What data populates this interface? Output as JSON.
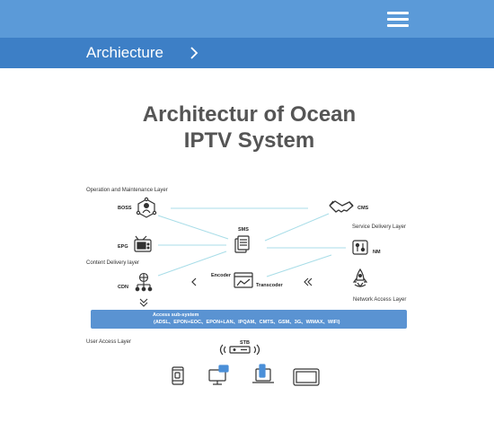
{
  "header": {
    "menu_icon": "hamburger-menu-icon",
    "colors": {
      "topbar": "#5b9ad8",
      "crumbbar": "#3d7fc6"
    }
  },
  "breadcrumb": {
    "label": "Archiecture",
    "chevron_icon": "chevron-right-icon"
  },
  "page": {
    "title_line1": "Architectur of Ocean",
    "title_line2": "IPTV System"
  },
  "diagram": {
    "layers": {
      "operation": "Operation and Maintenance Layer",
      "service": "Service Delivery Layer",
      "content": "Content Delivery layer",
      "network": "Network  Access Layer",
      "user": "User Access Layer"
    },
    "nodes": {
      "boss": "BOSS",
      "cms": "CMS",
      "sms": "SMS",
      "epg": "EPG",
      "nm": "NM",
      "cdn": "CDN",
      "encoder": "Encoder",
      "transcoder": "Transcoder",
      "stb": "STB"
    },
    "access": {
      "title": "Access sub-system",
      "detail": "(ADSL、EPON+EOC、EPON+LAN、IPQAM、CMTS、GSM、3G、WIMAX、WIFI)"
    },
    "icons": {
      "boss": "boss-icon",
      "cms": "handshake-icon",
      "sms": "document-icon",
      "epg": "tv-icon",
      "nm": "network-management-icon",
      "cdn": "cdn-tree-icon",
      "transcoder": "transcoder-icon",
      "network_access": "rocket-icon",
      "stb": "set-top-box-icon",
      "devices": [
        "smartphone-icon",
        "desktop-icon",
        "laptop-icon",
        "tablet-icon"
      ]
    },
    "colors": {
      "lines": "#a8dde8",
      "access_bar": "#5a93d2",
      "icon": "#333333"
    }
  }
}
